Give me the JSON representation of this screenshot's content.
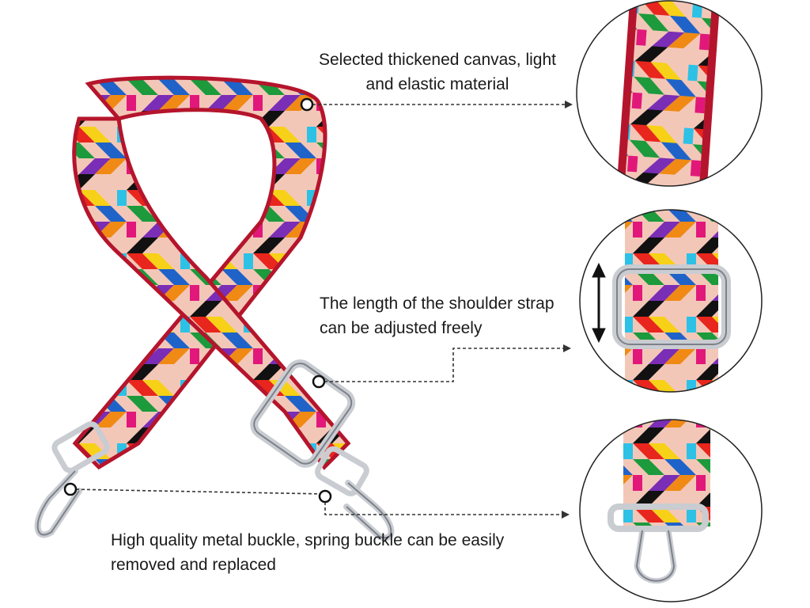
{
  "features": [
    {
      "caption": "Selected thickened canvas, light and elastic material",
      "detail": "strap-weave-closeup"
    },
    {
      "caption": "The length of the shoulder strap can be adjusted freely",
      "detail": "slider-buckle-closeup"
    },
    {
      "caption": "High quality metal buckle, spring buckle can be easily removed and replaced",
      "detail": "swivel-hook-closeup"
    }
  ],
  "palette": {
    "stripes": [
      "#e8261d",
      "#f7d117",
      "#1f63c9",
      "#1c9a3c",
      "#7a2db5",
      "#f08a14",
      "#111111",
      "#f3c7b8",
      "#e1187a",
      "#2dc1e6"
    ],
    "border": "#b5152c",
    "metal": "#c9ccd1",
    "metal_dark": "#7d8189",
    "line": "#333333"
  }
}
